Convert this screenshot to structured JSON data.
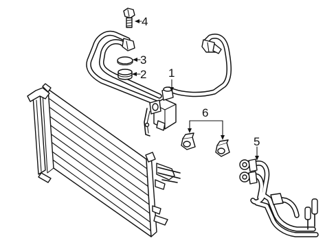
{
  "callouts": {
    "c1": "1",
    "c2": "2",
    "c3": "3",
    "c4": "4",
    "c5": "5",
    "c6": "6"
  },
  "colors": {
    "line": "#111111",
    "background": "#ffffff"
  }
}
